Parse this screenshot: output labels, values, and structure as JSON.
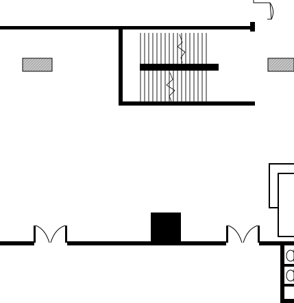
{
  "drawing": {
    "type": "architectural floor plan",
    "background": "#ffffff",
    "wall_color": "#000000",
    "fixture_fill_color": "#c8c8c8",
    "elements": [
      "upper-wall",
      "stairwell",
      "stair-treads",
      "stair-center-divider",
      "break-lines",
      "left-hatched-fixture",
      "right-hatched-fixture",
      "top-right-door-swing",
      "lower-wall",
      "left-double-door",
      "center-column",
      "right-double-door",
      "right-restroom-walls",
      "toilet-fixtures"
    ]
  }
}
